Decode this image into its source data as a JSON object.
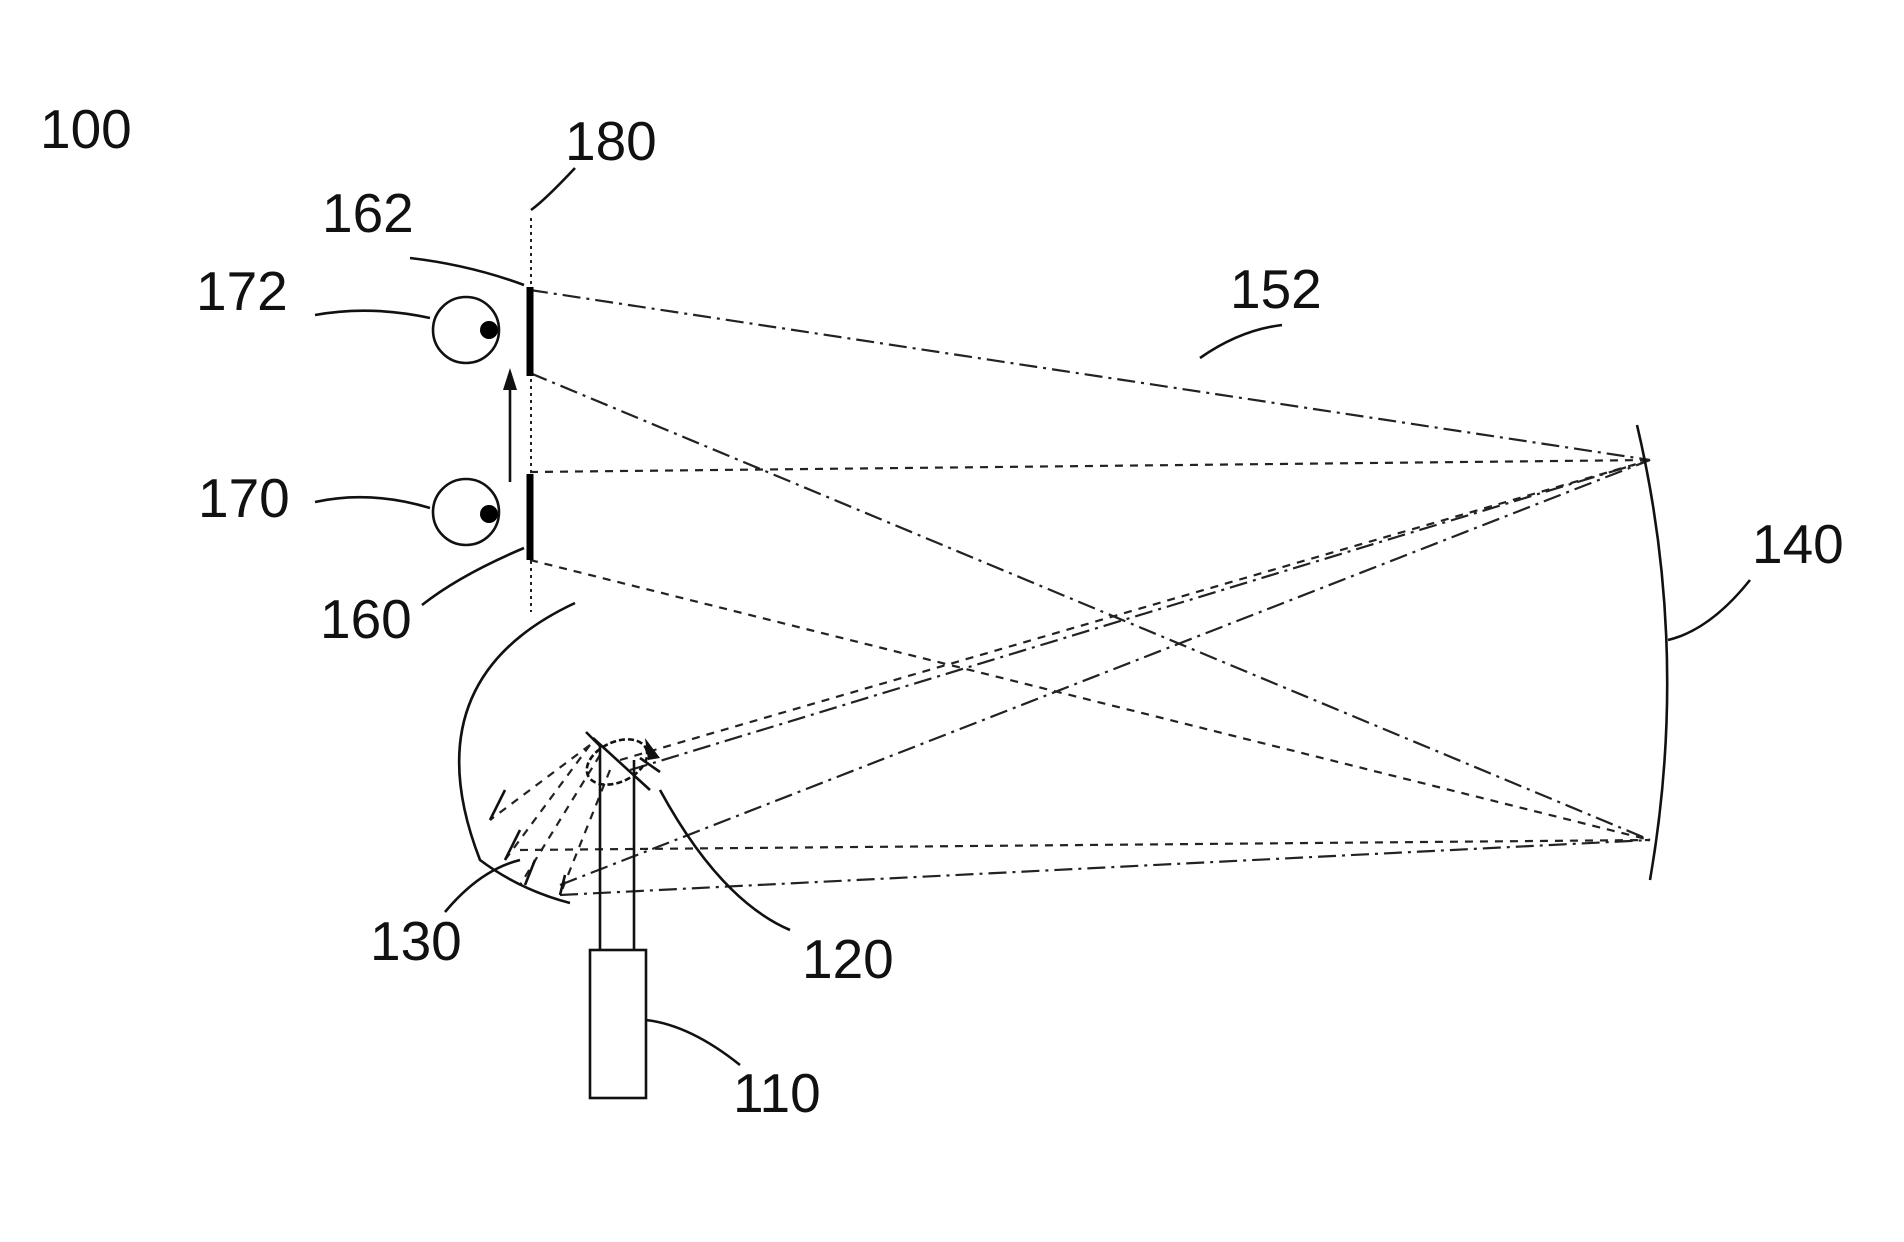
{
  "labels": {
    "system": "100",
    "light_source": "110",
    "scanning_mirror": "120",
    "first_mirror": "130",
    "second_mirror": "140",
    "ray_path": "152",
    "viewing_window_1": "160",
    "viewing_window_2": "162",
    "eye_1": "170",
    "eye_2": "172",
    "plane": "180"
  },
  "colors": {
    "ink": "#111111",
    "background": "#ffffff"
  }
}
